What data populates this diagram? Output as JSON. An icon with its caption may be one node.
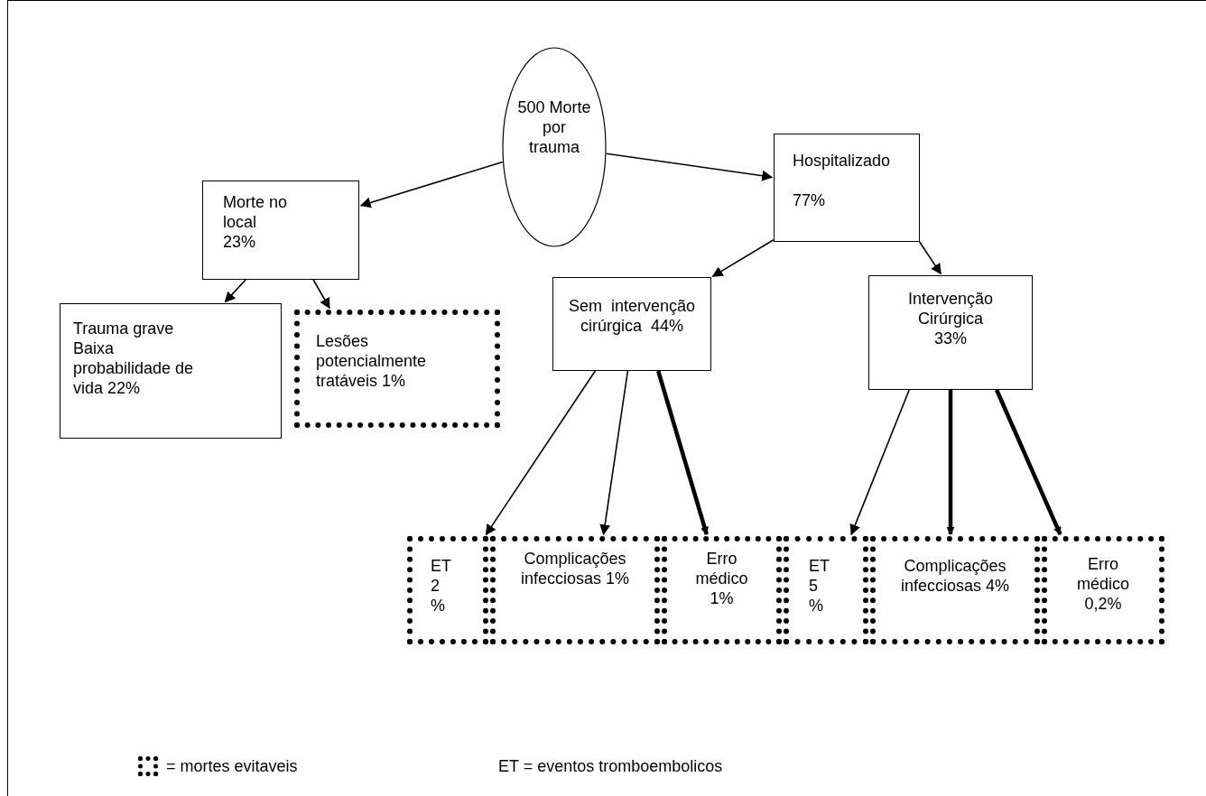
{
  "diagram": {
    "nodes": [
      {
        "text": [
          "500 Morte por trauma"
        ]
      },
      {
        "text": [
          "Morte no local 23%"
        ]
      },
      {
        "text": [
          "Hospitalizado",
          "77%"
        ]
      },
      {
        "text": [
          "Trauma grave Baixa probabilidade de vida 22%"
        ]
      },
      {
        "text": [
          "Lesões potencialmente tratáveis 1%"
        ]
      },
      {
        "text": [
          "Sem  intervenção cirúrgica  44%"
        ]
      },
      {
        "text": [
          "Intervenção Cirúrgica 33%"
        ]
      },
      {
        "text": [
          "ET 2 %"
        ]
      },
      {
        "text": [
          "Complicações infecciosas 1%"
        ]
      },
      {
        "text": [
          "Erro médico 1%"
        ]
      },
      {
        "text": [
          "ET 5 %"
        ]
      },
      {
        "text": [
          "Complicações infecciosas 4%"
        ]
      },
      {
        "text": [
          "Erro médico 0,2%"
        ]
      }
    ],
    "edges": [
      {
        "from": 0,
        "to": 1,
        "arrow": "to"
      },
      {
        "from": 0,
        "to": 2,
        "arrow": "to"
      },
      {
        "from": 1,
        "to": 3,
        "arrow": "to"
      },
      {
        "from": 1,
        "to": 4,
        "arrow": "to"
      },
      {
        "from": 2,
        "to": 5,
        "arrow": "to"
      },
      {
        "from": 2,
        "to": 6,
        "arrow": "to"
      },
      {
        "from": 5,
        "to": 7,
        "arrow": "to"
      },
      {
        "from": 5,
        "to": 8,
        "arrow": "to"
      },
      {
        "from": 5,
        "to": 9,
        "arrow": "to",
        "style": "thick"
      },
      {
        "from": 6,
        "to": 10,
        "arrow": "to"
      },
      {
        "from": 6,
        "to": 11,
        "arrow": "to",
        "style": "thick"
      },
      {
        "from": 6,
        "to": 12,
        "arrow": "to",
        "style": "thick"
      }
    ],
    "labels": [
      "ET = eventos tromboembolicos"
    ],
    "legend": [
      {
        "text": "= mortes evitaveis"
      }
    ]
  }
}
